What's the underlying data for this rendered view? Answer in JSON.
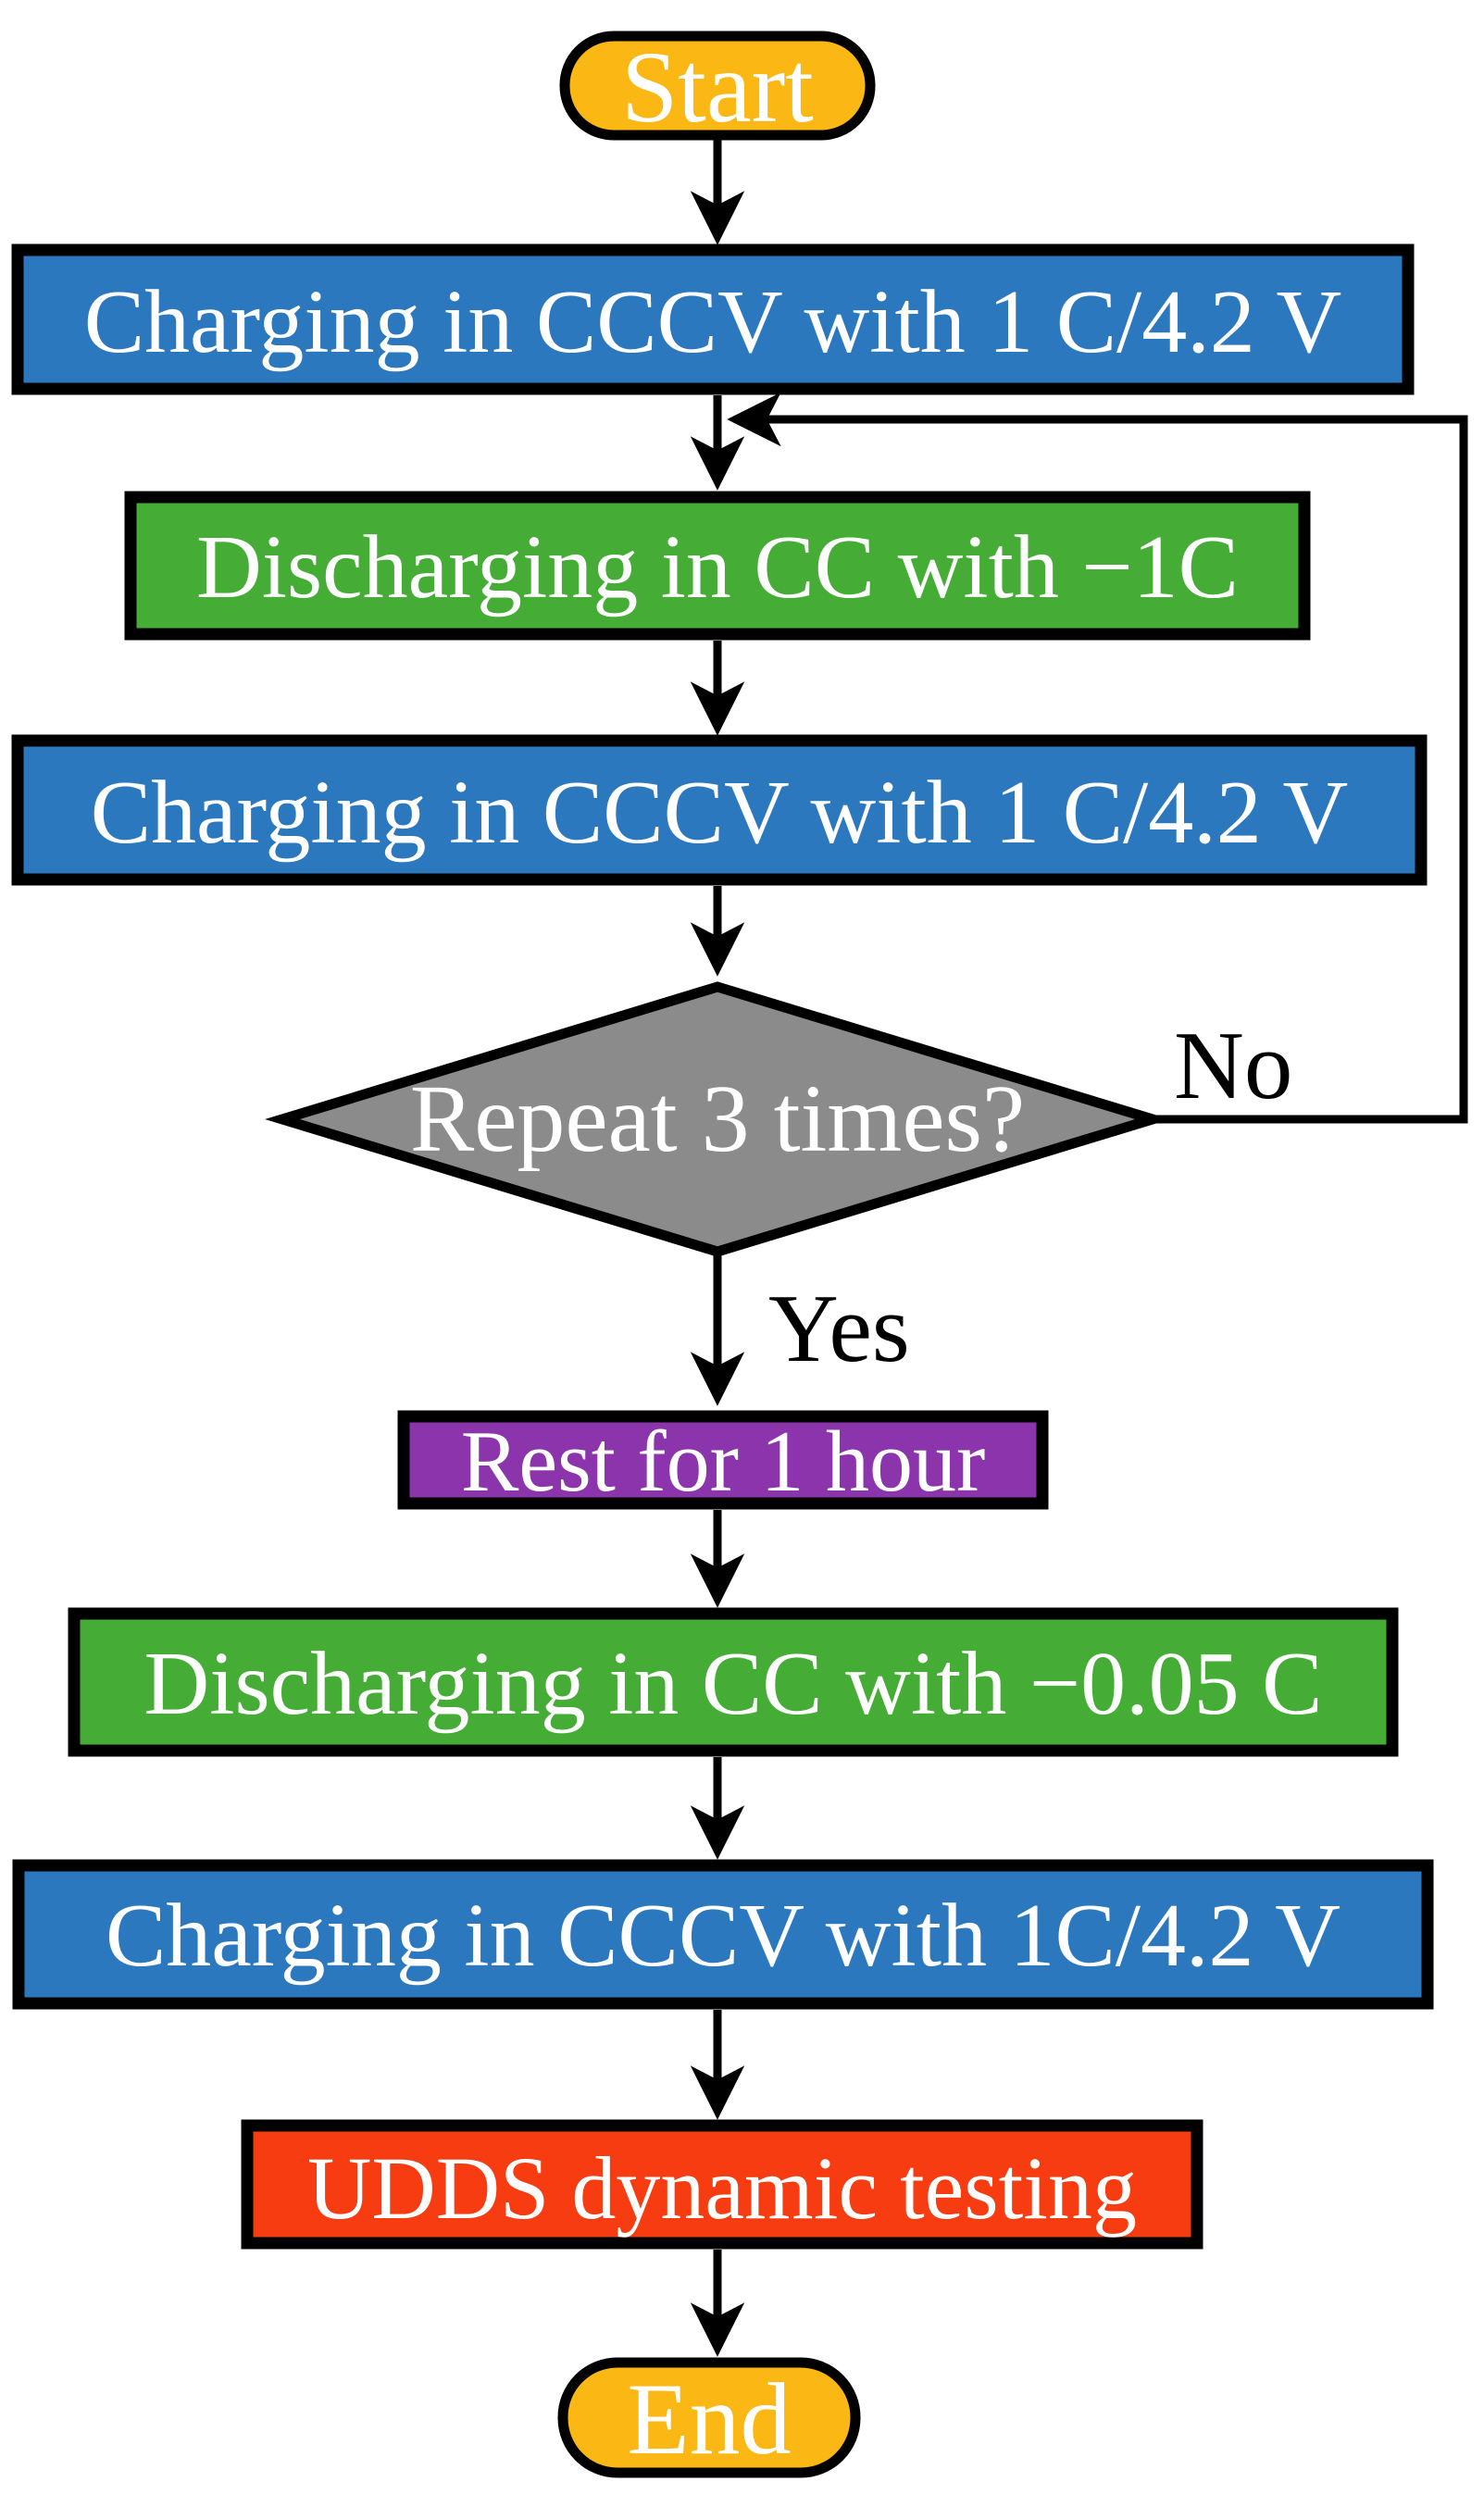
{
  "diagram": {
    "description": "Battery testing procedure flowchart",
    "colors": {
      "terminator_fill": "#FBB713",
      "process_blue": "#2B78BE",
      "process_green": "#45AD36",
      "decision_gray": "#8B8B8B",
      "process_purple": "#8B34AB",
      "process_red": "#F63C10",
      "line_black": "#000000",
      "text_white": "#FFFFFF"
    },
    "nodes": [
      {
        "id": "start",
        "type": "terminator",
        "label": "Start",
        "fill": "#FBB713"
      },
      {
        "id": "charge1",
        "type": "process",
        "label": "Charging in CCCV with 1 C/4.2 V",
        "fill": "#2B78BE"
      },
      {
        "id": "discharge1",
        "type": "process",
        "label": "Discharging in CC with −1C",
        "fill": "#45AD36"
      },
      {
        "id": "charge2",
        "type": "process",
        "label": "Charging in CCCV with 1 C/4.2 V",
        "fill": "#2B78BE"
      },
      {
        "id": "decision",
        "type": "decision",
        "label": "Repeat 3 times?",
        "fill": "#8B8B8B"
      },
      {
        "id": "rest",
        "type": "process",
        "label": "Rest for 1 hour",
        "fill": "#8B34AB"
      },
      {
        "id": "discharge2",
        "type": "process",
        "label": "Discharging in CC with −0.05 C",
        "fill": "#45AD36"
      },
      {
        "id": "charge3",
        "type": "process",
        "label": "Charging in CCCV with 1C/4.2 V",
        "fill": "#2B78BE"
      },
      {
        "id": "udds",
        "type": "process",
        "label": "UDDS dynamic testing",
        "fill": "#F63C10"
      },
      {
        "id": "end",
        "type": "terminator",
        "label": "End",
        "fill": "#FBB713"
      }
    ],
    "edges": {
      "yes_label": "Yes",
      "no_label": "No"
    }
  }
}
